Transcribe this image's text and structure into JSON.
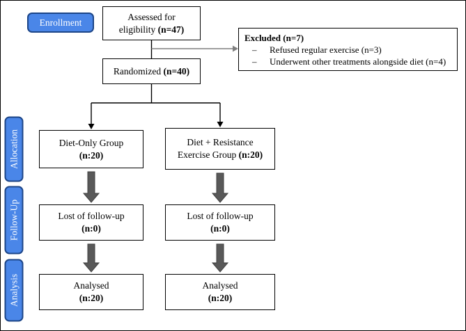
{
  "diagram": {
    "stages": {
      "enrollment": "Enrollment",
      "allocation": "Allocation",
      "follow_up": "Follow-Up",
      "analysis": "Analysis"
    },
    "boxes": {
      "assessed": {
        "line1": "Assessed for",
        "line2": "eligibility",
        "n": "(n=47)"
      },
      "excluded": {
        "title": "Excluded (n=7)",
        "items": [
          {
            "dash": "–",
            "text": "Refused regular exercise (n=3)"
          },
          {
            "dash": "–",
            "text": "Underwent other treatments alongside diet (n=4)"
          }
        ]
      },
      "randomized": {
        "text": "Randomized",
        "n": "(n=40)"
      },
      "diet_only": {
        "line1": "Diet-Only Group",
        "n": "(n:20)"
      },
      "diet_exercise": {
        "line1": "Diet + Resistance",
        "line2": "Exercise Group",
        "n": "(n:20)"
      },
      "lost_left": {
        "line1": "Lost of follow-up",
        "n": "(n:0)"
      },
      "lost_right": {
        "line1": "Lost of follow-up",
        "n": "(n:0)"
      },
      "analysed_left": {
        "line1": "Analysed",
        "n": "(n:20)"
      },
      "analysed_right": {
        "line1": "Analysed",
        "n": "(n:20)"
      }
    },
    "colors": {
      "stage_fill": "#4a86e8",
      "stage_border": "#1c4587",
      "box_border": "#000000",
      "gray_arrow": "#7f7f7f",
      "block_arrow": "#595959"
    }
  }
}
